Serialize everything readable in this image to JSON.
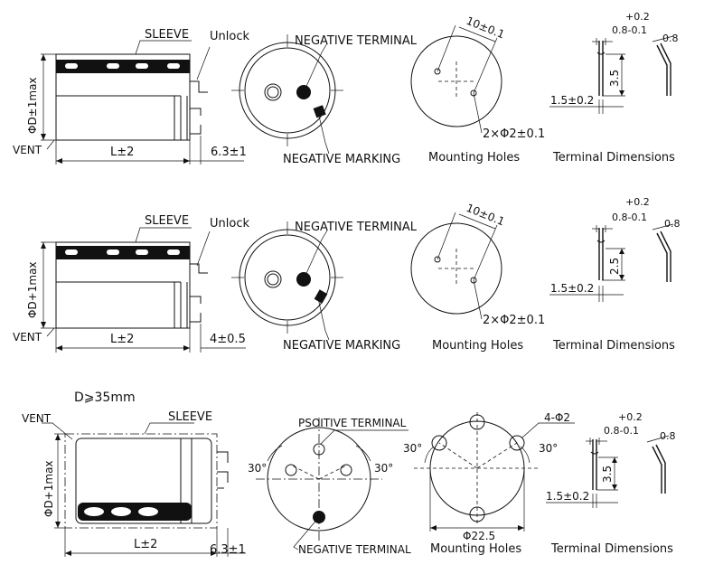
{
  "row1": {
    "side": {
      "sleeve": "SLEEVE",
      "unlock": "Unlock",
      "vent": "VENT",
      "diameter": "ΦD±1max",
      "length": "L±2",
      "terminal_len": "6.3±1"
    },
    "top": {
      "negative_terminal": "NEGATIVE TERMINAL",
      "negative_marking": "NEGATIVE MARKING"
    },
    "holes": {
      "spacing": "10±0.1",
      "hole": "2×Φ2±0.1",
      "caption": "Mounting Holes"
    },
    "terminal": {
      "tol_plus": "+0.2",
      "tol": "0.8-0.1",
      "width": "0.8",
      "height": "3.5",
      "base": "1.5±0.2",
      "caption": "Terminal Dimensions"
    }
  },
  "row2": {
    "side": {
      "sleeve": "SLEEVE",
      "unlock": "Unlock",
      "vent": "VENT",
      "diameter": "ΦD+1max",
      "length": "L±2",
      "terminal_len": "4±0.5"
    },
    "top": {
      "negative_terminal": "NEGATIVE TERMINAL",
      "negative_marking": "NEGATIVE MARKING"
    },
    "holes": {
      "spacing": "10±0.1",
      "hole": "2×Φ2±0.1",
      "caption": "Mounting Holes"
    },
    "terminal": {
      "tol_plus": "+0.2",
      "tol": "0.8-0.1",
      "width": "0.8",
      "height": "2.5",
      "base": "1.5±0.2",
      "caption": "Terminal Dimensions"
    }
  },
  "row3": {
    "heading": "D⩾35mm",
    "side": {
      "sleeve": "SLEEVE",
      "vent": "VENT",
      "diameter": "ΦD+1max",
      "length": "L±2",
      "terminal_len": "6.3±1"
    },
    "top": {
      "positive_terminal": "PSOITIVE TERMINAL",
      "negative_terminal": "NEGATIVE TERMINAL",
      "angle_left": "30°",
      "angle_right": "30°"
    },
    "holes": {
      "count": "4-Φ2",
      "angle_left": "30°",
      "angle_right": "30°",
      "pcd": "Φ22.5",
      "caption": "Mounting Holes"
    },
    "terminal": {
      "tol_plus": "+0.2",
      "tol": "0.8-0.1",
      "width": "0.8",
      "height": "3.5",
      "base": "1.5±0.2",
      "caption": "Terminal Dimensions"
    }
  }
}
